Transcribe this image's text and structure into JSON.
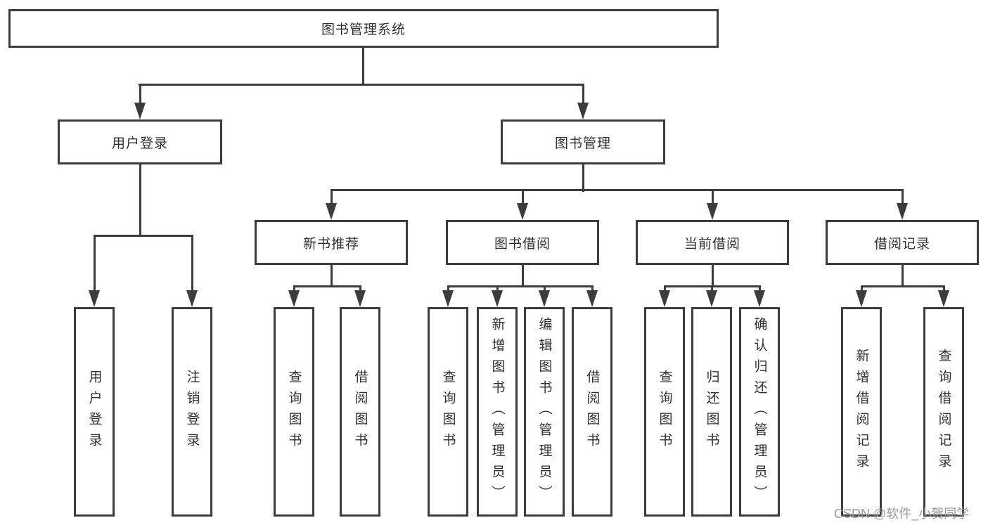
{
  "diagram": {
    "root": {
      "label": "图书管理系统"
    },
    "level2": [
      {
        "label": "用户登录"
      },
      {
        "label": "图书管理"
      }
    ],
    "level3": [
      {
        "label": "新书推荐"
      },
      {
        "label": "图书借阅"
      },
      {
        "label": "当前借阅"
      },
      {
        "label": "借阅记录"
      }
    ],
    "leaves": {
      "user_login": [
        "用户登录",
        "注销登录"
      ],
      "new_book": [
        "查询图书",
        "借阅图书"
      ],
      "book_borrow": [
        "查询图书",
        "新增图书（管理员）",
        "编辑图书（管理员）",
        "借阅图书"
      ],
      "current_borrow": [
        "查询图书",
        "归还图书",
        "确认归还（管理员）"
      ],
      "borrow_record": [
        "新增借阅记录",
        "查询借阅记录"
      ]
    }
  },
  "watermark": "CSDN @软件_小贺同学",
  "colors": {
    "line": "#3c3c3c",
    "text": "#303030",
    "watermark": "#9a9a9a",
    "background": "#ffffff"
  }
}
